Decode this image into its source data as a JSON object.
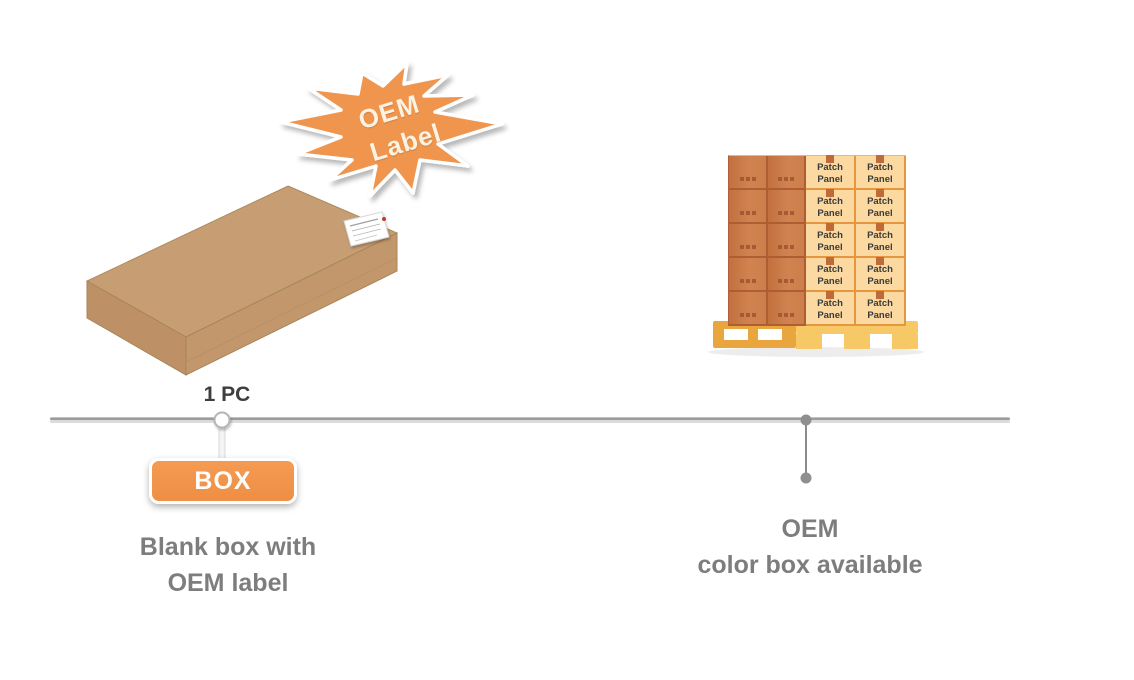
{
  "starburst": {
    "line1": "OEM",
    "line2": "Label",
    "fill": "#F0954E"
  },
  "left_item": {
    "quantity": "1 PC",
    "callout_label": "BOX",
    "caption_line1": "Blank box with",
    "caption_line2": "OEM label"
  },
  "right_item": {
    "caption_line1": "OEM",
    "caption_line2": "color box available"
  },
  "pallet": {
    "rows": 5,
    "dark_columns": 2,
    "light_columns": 2,
    "box_label_line1": "Patch",
    "box_label_line2": "Panel"
  },
  "colors": {
    "accent_orange": "#F0944C",
    "carton_tan": "#C49A6E",
    "pallet_side_box": "#CE7C4A",
    "pallet_front_box": "#FBD9A0",
    "pallet_wood_dark": "#E9A63E",
    "pallet_wood_light": "#F6C966",
    "caption_gray": "#7D7D7D",
    "timeline_gray": "#9C9C9C"
  }
}
